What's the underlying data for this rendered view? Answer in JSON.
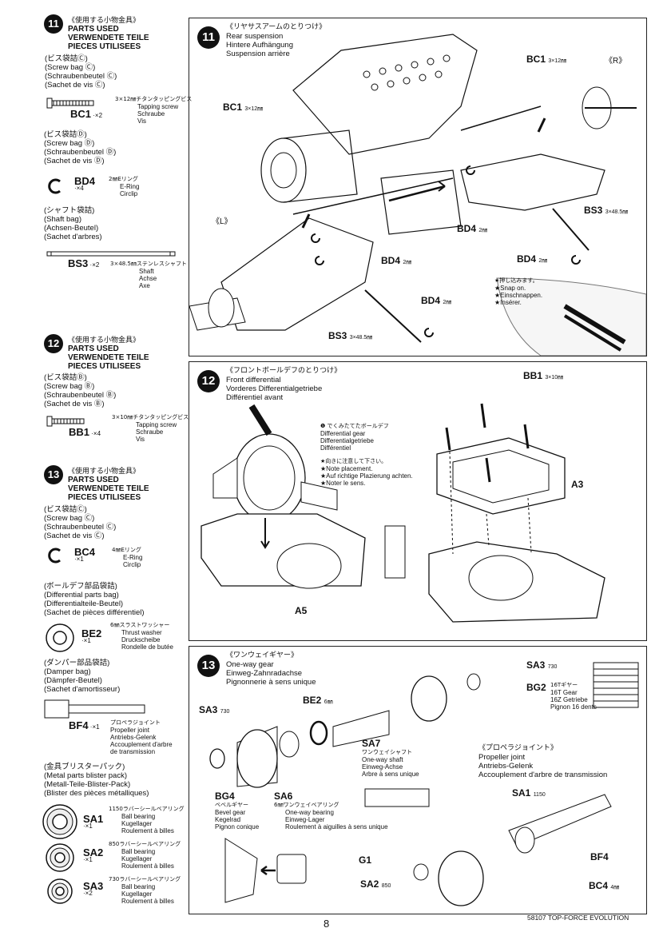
{
  "sidebar": {
    "s11": {
      "num": "11",
      "jp": "《使用する小物金具》",
      "lines": [
        "PARTS USED",
        "VERWENDETE TEILE",
        "PIECES UTILISEES"
      ],
      "bag_c": [
        "(ビス袋詰Ⓒ)",
        "(Screw bag Ⓒ)",
        "(Schraubenbeutel Ⓒ)",
        "(Sachet de vis Ⓒ)"
      ],
      "bc1": {
        "code": "BC1",
        "qty": "·×2",
        "jp": "3×12㎜チタンタッピングビス",
        "desc": [
          "Tapping screw",
          "Schraube",
          "Vis"
        ]
      },
      "bag_d": [
        "(ビス袋詰Ⓓ)",
        "(Screw bag Ⓓ)",
        "(Schraubenbeutel Ⓓ)",
        "(Sachet de vis Ⓓ)"
      ],
      "bd4": {
        "code": "BD4",
        "qty": "·×4",
        "jp": "2㎜Eリング",
        "desc": [
          "E-Ring",
          "Circlip"
        ]
      },
      "bag_s": [
        "(シャフト袋詰)",
        "(Shaft bag)",
        "(Achsen-Beutel)",
        "(Sachet d'arbres)"
      ],
      "bs3": {
        "code": "BS3",
        "qty": "·×2",
        "jp": "3×48.5㎜ステンレスシャフト",
        "desc": [
          "Shaft",
          "Achse",
          "Axe"
        ]
      }
    },
    "s12": {
      "num": "12",
      "jp": "《使用する小物金具》",
      "lines": [
        "PARTS USED",
        "VERWENDETE TEILE",
        "PIECES UTILISEES"
      ],
      "bag_b": [
        "(ビス袋詰Ⓑ)",
        "(Screw bag Ⓑ)",
        "(Schraubenbeutel Ⓑ)",
        "(Sachet de vis Ⓑ)"
      ],
      "bb1": {
        "code": "BB1",
        "qty": "·×4",
        "jp": "3×10㎜チタンタッピングビス",
        "desc": [
          "Tapping screw",
          "Schraube",
          "Vis"
        ]
      }
    },
    "s13": {
      "num": "13",
      "jp": "《使用する小物金具》",
      "lines": [
        "PARTS USED",
        "VERWENDETE TEILE",
        "PIECES UTILISEES"
      ],
      "bag_c": [
        "(ビス袋詰Ⓒ)",
        "(Screw bag Ⓒ)",
        "(Schraubenbeutel Ⓒ)",
        "(Sachet de vis Ⓒ)"
      ],
      "bc4": {
        "code": "BC4",
        "qty": "·×1",
        "jp": "4㎜Eリング",
        "desc": [
          "E-Ring",
          "Circlip"
        ]
      },
      "bag_diff": [
        "(ボールデフ部品袋詰)",
        "(Differential parts bag)",
        "(Differentialteile-Beutel)",
        "(Sachet de pièces différentiel)"
      ],
      "be2": {
        "code": "BE2",
        "qty": "·×1",
        "jp": "6㎜スラストワッシャー",
        "desc": [
          "Thrust washer",
          "Druckscheibe",
          "Rondelle de butée"
        ]
      },
      "bag_damper": [
        "(ダンパー部品袋詰)",
        "(Damper bag)",
        "(Dämpfer-Beutel)",
        "(Sachet d'amortisseur)"
      ],
      "bf4": {
        "code": "BF4",
        "qty": "·×1",
        "jp": "プロペラジョイント",
        "desc": [
          "Propeller joint",
          "Antriebs-Gelenk",
          "Accouplement d'arbre",
          "de transmission"
        ]
      },
      "bag_metal": [
        "(金具ブリスターパック)",
        "(Metal parts blister pack)",
        "(Metall-Teile-Blister-Pack)",
        "(Blister des pièces métalliques)"
      ],
      "sa1": {
        "code": "SA1",
        "qty": "·×1",
        "jp": "1150ラバーシールベアリング",
        "desc": [
          "Ball bearing",
          "Kugellager",
          "Roulement à billes"
        ]
      },
      "sa2": {
        "code": "SA2",
        "qty": "·×1",
        "jp": "850ラバーシールベアリング",
        "desc": [
          "Ball bearing",
          "Kugellager",
          "Roulement à billes"
        ]
      },
      "sa3": {
        "code": "SA3",
        "qty": "·×2",
        "jp": "730ラバーシールベアリング",
        "desc": [
          "Ball bearing",
          "Kugellager",
          "Roulement à billes"
        ]
      }
    }
  },
  "panel11": {
    "num": "11",
    "jp": "《リヤサスアームのとりつけ》",
    "title": [
      "Rear suspension",
      "Hintere Aufhängung",
      "Suspension arrière"
    ],
    "labels": {
      "bc1_top": "BC1",
      "bc1_top_size": "3×12㎜",
      "r": "《R》",
      "bc1_left": "BC1",
      "bc1_left_size": "3×12㎜",
      "l": "《L》",
      "bs3_right": "BS3",
      "bs3_right_size": "3×48.5㎜",
      "bd4_a": "BD4",
      "bd4_a_size": "2㎜",
      "bd4_b": "BD4",
      "bd4_b_size": "2㎜",
      "bd4_c": "BD4",
      "bd4_c_size": "2㎜",
      "bd4_d": "BD4",
      "bd4_d_size": "2㎜",
      "bs3_bottom": "BS3",
      "bs3_bottom_size": "3×48.5㎜"
    },
    "snap": [
      "★押し込みます。",
      "★Snap on.",
      "★Einschnappen.",
      "★Insérer."
    ]
  },
  "panel12": {
    "num": "12",
    "jp": "《フロントボールデフのとりつけ》",
    "title": [
      "Front differential",
      "Vorderes Differentialgetriebe",
      "Différentiel avant"
    ],
    "diff_note": [
      "❶ でくみたてたボールデフ",
      "Differential gear",
      "Differentialgetriebe",
      "Différentiel"
    ],
    "placement": [
      "★向きに注意して下さい。",
      "★Note placement.",
      "★Auf richtige Plazierung achten.",
      "★Noter le sens."
    ],
    "labels": {
      "bb1": "BB1",
      "bb1_size": "3×10㎜",
      "a3": "A3",
      "a5": "A5"
    }
  },
  "panel13": {
    "num": "13",
    "jp": "《ワンウェイギヤー》",
    "title": [
      "One-way gear",
      "Einweg-Zahnradachse",
      "Pignonnerie à sens unique"
    ],
    "labels": {
      "sa3_top": "SA3",
      "sa3_top_size": "730",
      "bg2": "BG2",
      "sa3_left": "SA3",
      "sa3_left_size": "730",
      "be2": "BE2",
      "be2_size": "6㎜",
      "sa7": "SA7",
      "bg4": "BG4",
      "sa6": "SA6",
      "sa1": "SA1",
      "sa1_size": "1150",
      "bf4": "BF4",
      "g1": "G1",
      "sa2": "SA2",
      "sa2_size": "850",
      "bc4": "BC4",
      "bc4_size": "4㎜"
    },
    "bg2_desc": [
      "16Tギヤー",
      "16T Gear",
      "16Z Getriebe",
      "Pignon 16 dents"
    ],
    "sa7_desc": [
      "ワンウェイシャフト",
      "One-way shaft",
      "Einweg-Achse",
      "Arbre à sens unique"
    ],
    "bg4_desc": [
      "ベベルギヤー",
      "Bevel gear",
      "Kegelrad",
      "Pignon conique"
    ],
    "sa6_desc": [
      "6㎜ワンウェイベアリング",
      "One-way bearing",
      "Einweg-Lager",
      "Roulement à aiguilles à sens unique"
    ],
    "prop": [
      "《プロペラジョイント》",
      "Propeller joint",
      "Antriebs-Gelenk",
      "Accouplement d'arbre de transmission"
    ]
  },
  "footer": {
    "page": "8",
    "model": "58107 TOP-FORCE EVOLUTION"
  }
}
